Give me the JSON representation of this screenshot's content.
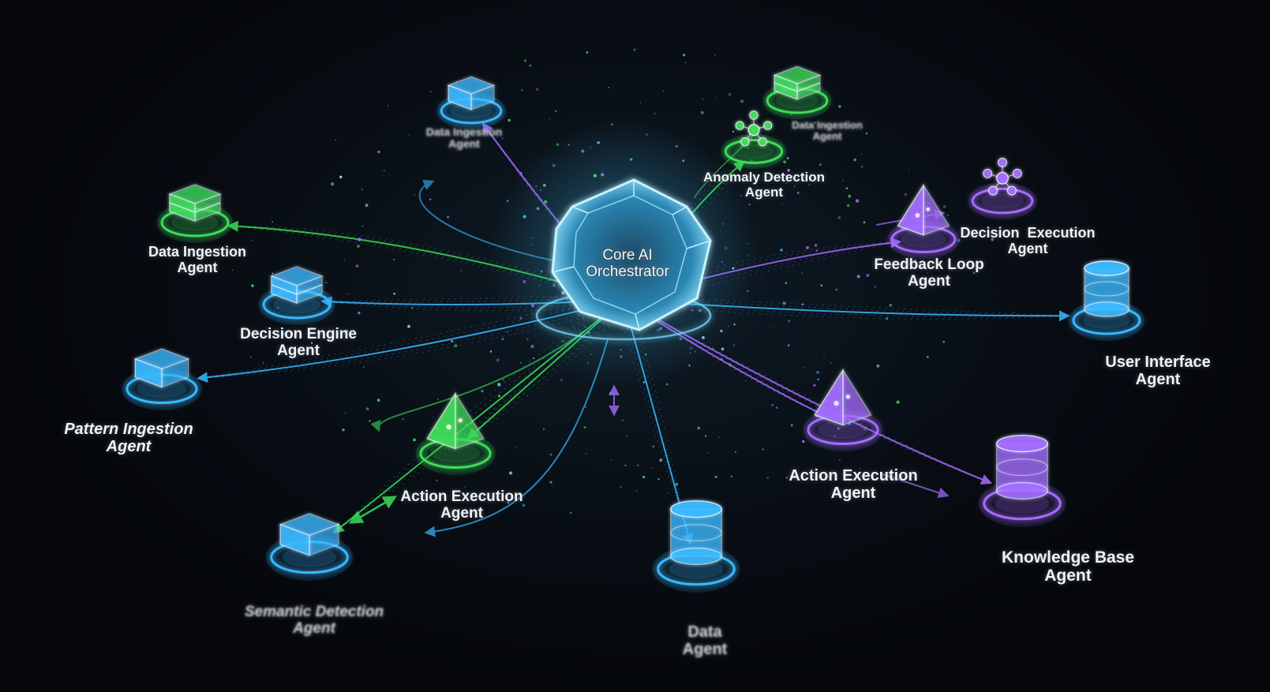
{
  "colors": {
    "green": "#3ddc5a",
    "blue": "#39b8ff",
    "purple": "#a46cff",
    "core": "#8fe4ff",
    "background": "#05070b"
  },
  "core": {
    "line1": "Core AI",
    "line2": "Orchestrator",
    "icon": "hexagonal-crystal-icon"
  },
  "agents": [
    {
      "id": "data-ingestion-top",
      "line1": "Data Ingestion",
      "line2": "Agent",
      "color": "blue",
      "icon": "cube-icon"
    },
    {
      "id": "data-ingestion-top-right",
      "line1": "Data Ingestion",
      "line2": "Agent",
      "color": "green",
      "icon": "stacked-boxes-icon"
    },
    {
      "id": "anomaly-detection",
      "line1": "Anomaly Detection",
      "line2": "Agent",
      "color": "green",
      "icon": "network-nodes-icon"
    },
    {
      "id": "data-ingestion-left",
      "line1": "Data Ingestion",
      "line2": "Agent",
      "color": "green",
      "icon": "stacked-boxes-icon"
    },
    {
      "id": "decision-engine",
      "line1": "Decision Engine",
      "line2": "Agent",
      "color": "blue",
      "icon": "grid-cube-icon"
    },
    {
      "id": "pattern-ingestion",
      "line1": "Pattern Ingestion",
      "line2": "Agent",
      "color": "blue",
      "icon": "cube-icon"
    },
    {
      "id": "action-execution-left",
      "line1": "Action Execution",
      "line2": "Agent",
      "color": "green",
      "icon": "pyramid-icon"
    },
    {
      "id": "semantic-detection",
      "line1": "Semantic Detection",
      "line2": "Agent",
      "color": "blue",
      "icon": "cube-icon"
    },
    {
      "id": "data-agent",
      "line1": "Data",
      "line2": "Agent",
      "color": "blue",
      "icon": "cylinder-icon"
    },
    {
      "id": "feedback-loop",
      "line1": "Feedback Loop",
      "line2": "Agent",
      "color": "purple",
      "icon": "pyramid-icon"
    },
    {
      "id": "decision-execution",
      "line1": "Decision  Execution",
      "line2": "Agent",
      "color": "purple",
      "icon": "network-nodes-icon"
    },
    {
      "id": "user-interface",
      "line1": "User Interface",
      "line2": "Agent",
      "color": "blue",
      "icon": "cylinder-icon"
    },
    {
      "id": "action-execution-right",
      "line1": "Action Execution",
      "line2": "Agent",
      "color": "purple",
      "icon": "pyramid-icon"
    },
    {
      "id": "knowledge-base",
      "line1": "Knowledge Base",
      "line2": "Agent",
      "color": "purple",
      "icon": "cylinder-icon"
    }
  ]
}
